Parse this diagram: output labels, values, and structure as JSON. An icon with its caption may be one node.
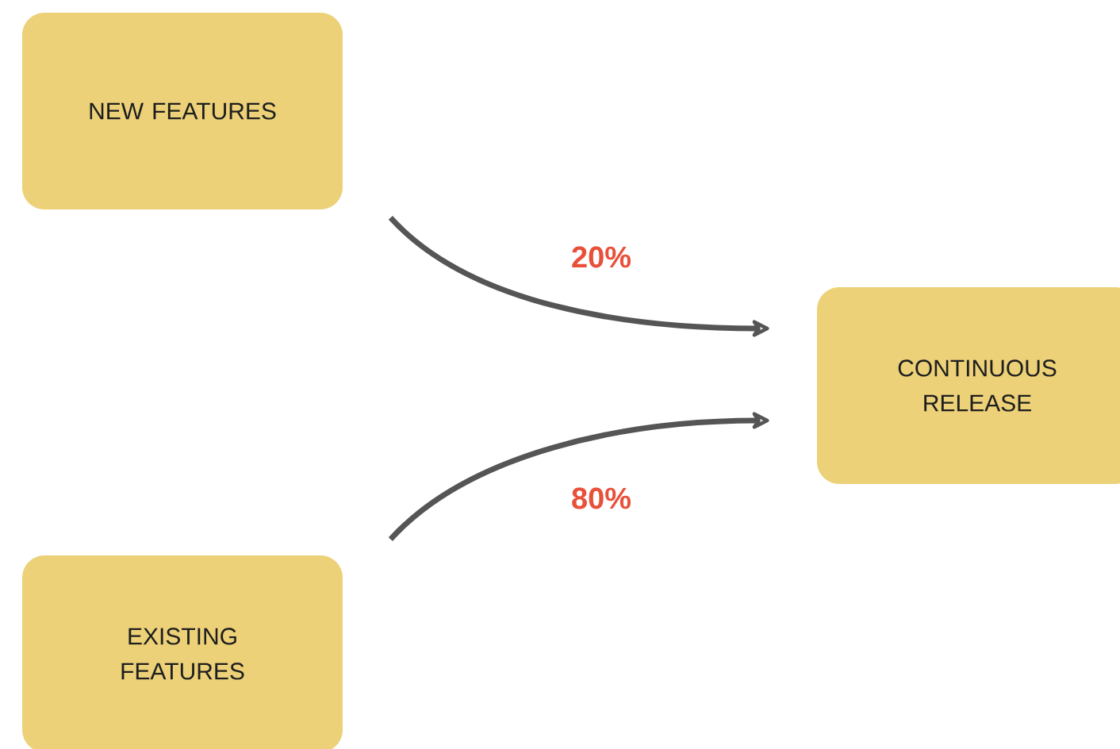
{
  "diagram": {
    "nodes": [
      {
        "text": [
          "NEW FEATURES"
        ]
      },
      {
        "text": [
          "CONTINUOUS RELEASE"
        ]
      },
      {
        "text": [
          "EXISTING FEATURES"
        ]
      }
    ],
    "edges": [
      {
        "from": 0,
        "to": 1,
        "arrow": "to",
        "label": "20%"
      },
      {
        "from": 2,
        "to": 1,
        "arrow": "to",
        "label": "80%"
      }
    ]
  }
}
